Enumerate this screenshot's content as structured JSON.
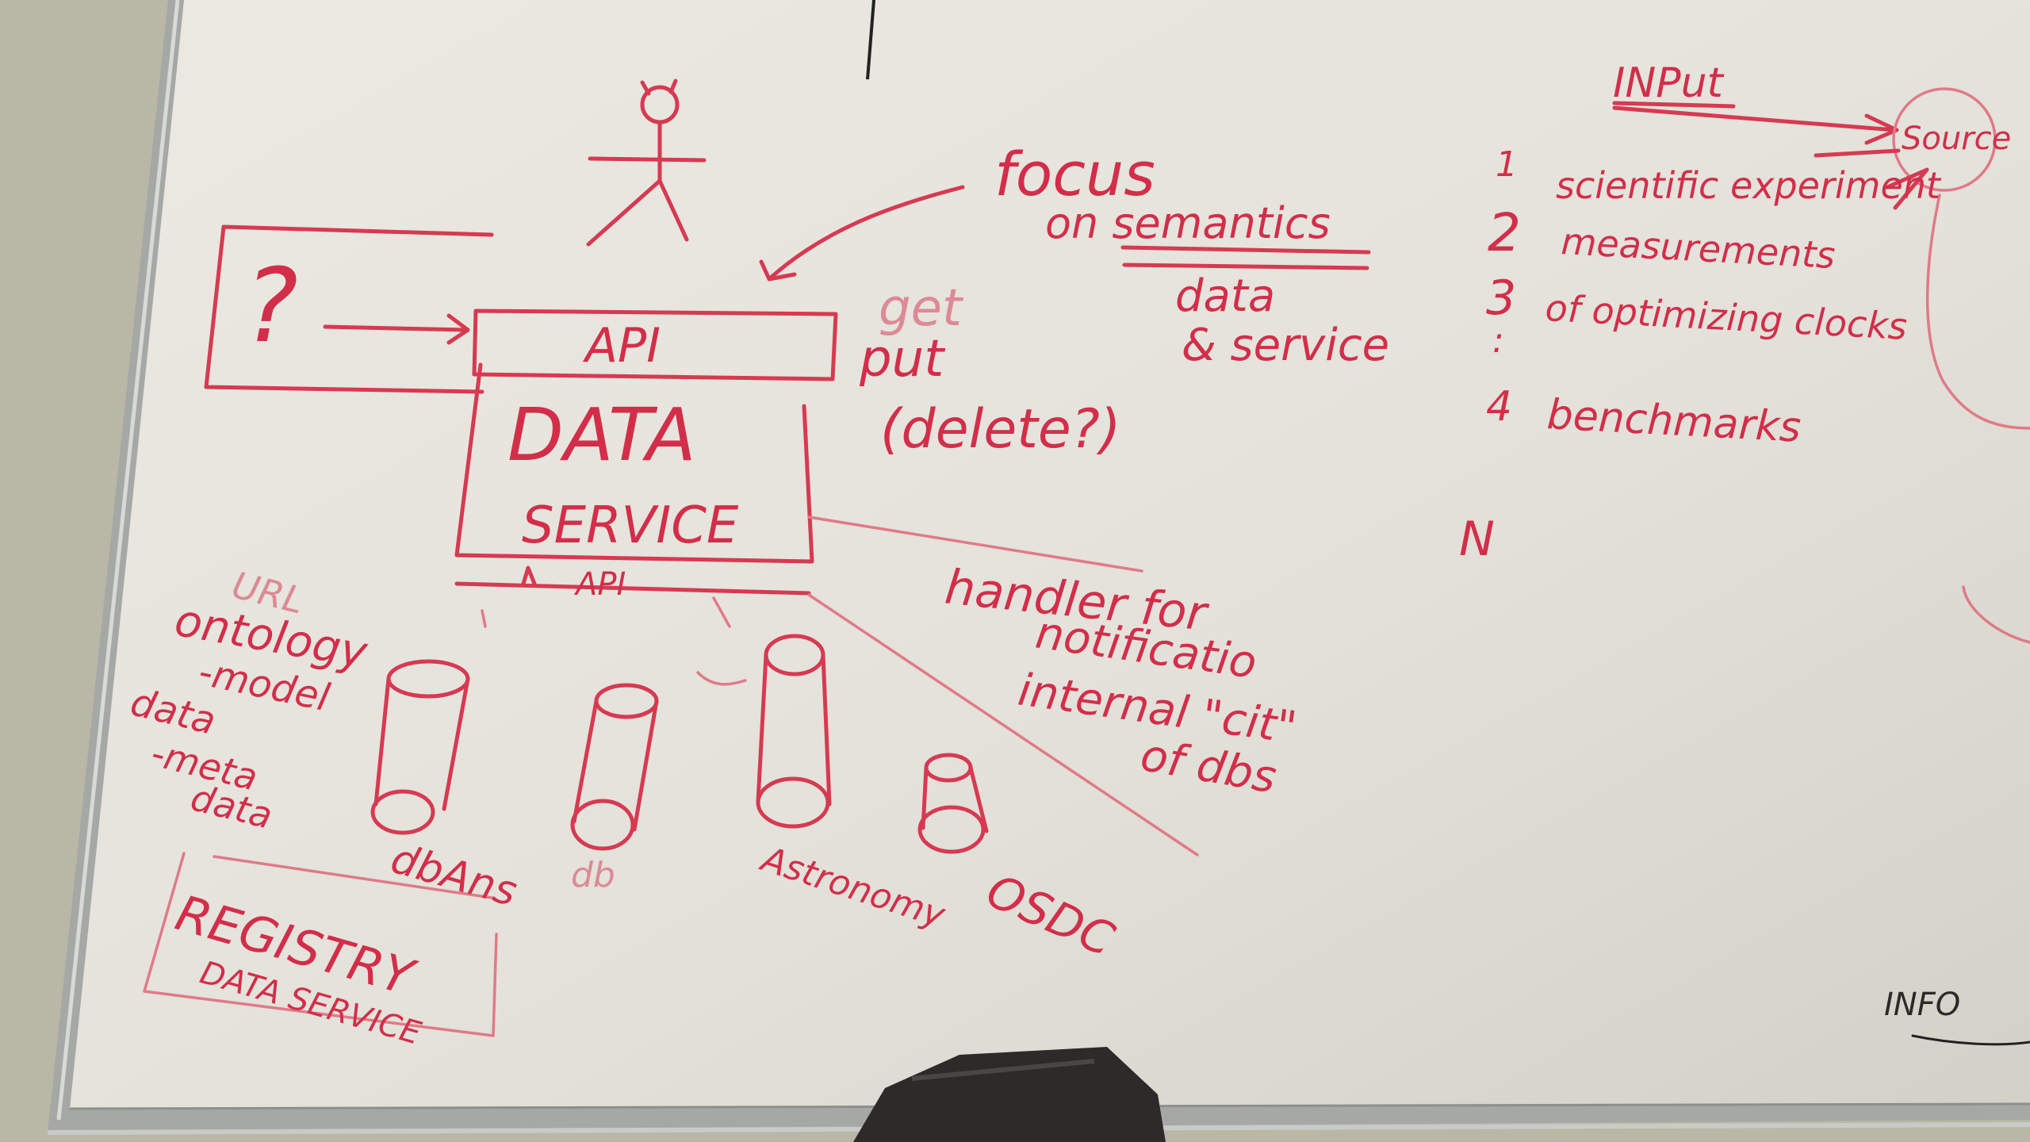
{
  "colors": {
    "wall": "#b9b8a6",
    "board": "#e6e4dc",
    "frame": "#a8aaa8",
    "marker_red": "#d63a52",
    "eraser": "#2d2a2a"
  },
  "left": {
    "question_mark": "?",
    "api_top": "API",
    "data_service_line1": "DATA",
    "data_service_line2": "SERVICE",
    "api_bottom": "API",
    "url": "URL",
    "ontology_lines": [
      "ontology",
      "-model",
      "data",
      "-meta",
      "data"
    ],
    "registry_line1": "REGISTRY",
    "registry_line2": "DATA SERVICE"
  },
  "middle": {
    "focus": "focus",
    "on_semantics": "on semantics",
    "data_service_line1": "data",
    "data_service_line2": "& service",
    "get": "get",
    "put": "put",
    "delete": "(delete?)",
    "handler_line1": "handler for",
    "handler_line2": "notificatio",
    "handler_line3": "internal \"cit\"",
    "handler_line4": "of dbs",
    "db_labels": [
      "dbAns",
      "db",
      "Astronomy",
      "OSDC"
    ]
  },
  "right": {
    "input": "INPut",
    "source": "Source",
    "numbers": [
      "1",
      "2",
      "3",
      ":",
      "4",
      "N"
    ],
    "list_items": [
      "scientific experiment",
      "measurements",
      "of optimizing clocks",
      "benchmarks"
    ],
    "corner_text": "INFO"
  }
}
